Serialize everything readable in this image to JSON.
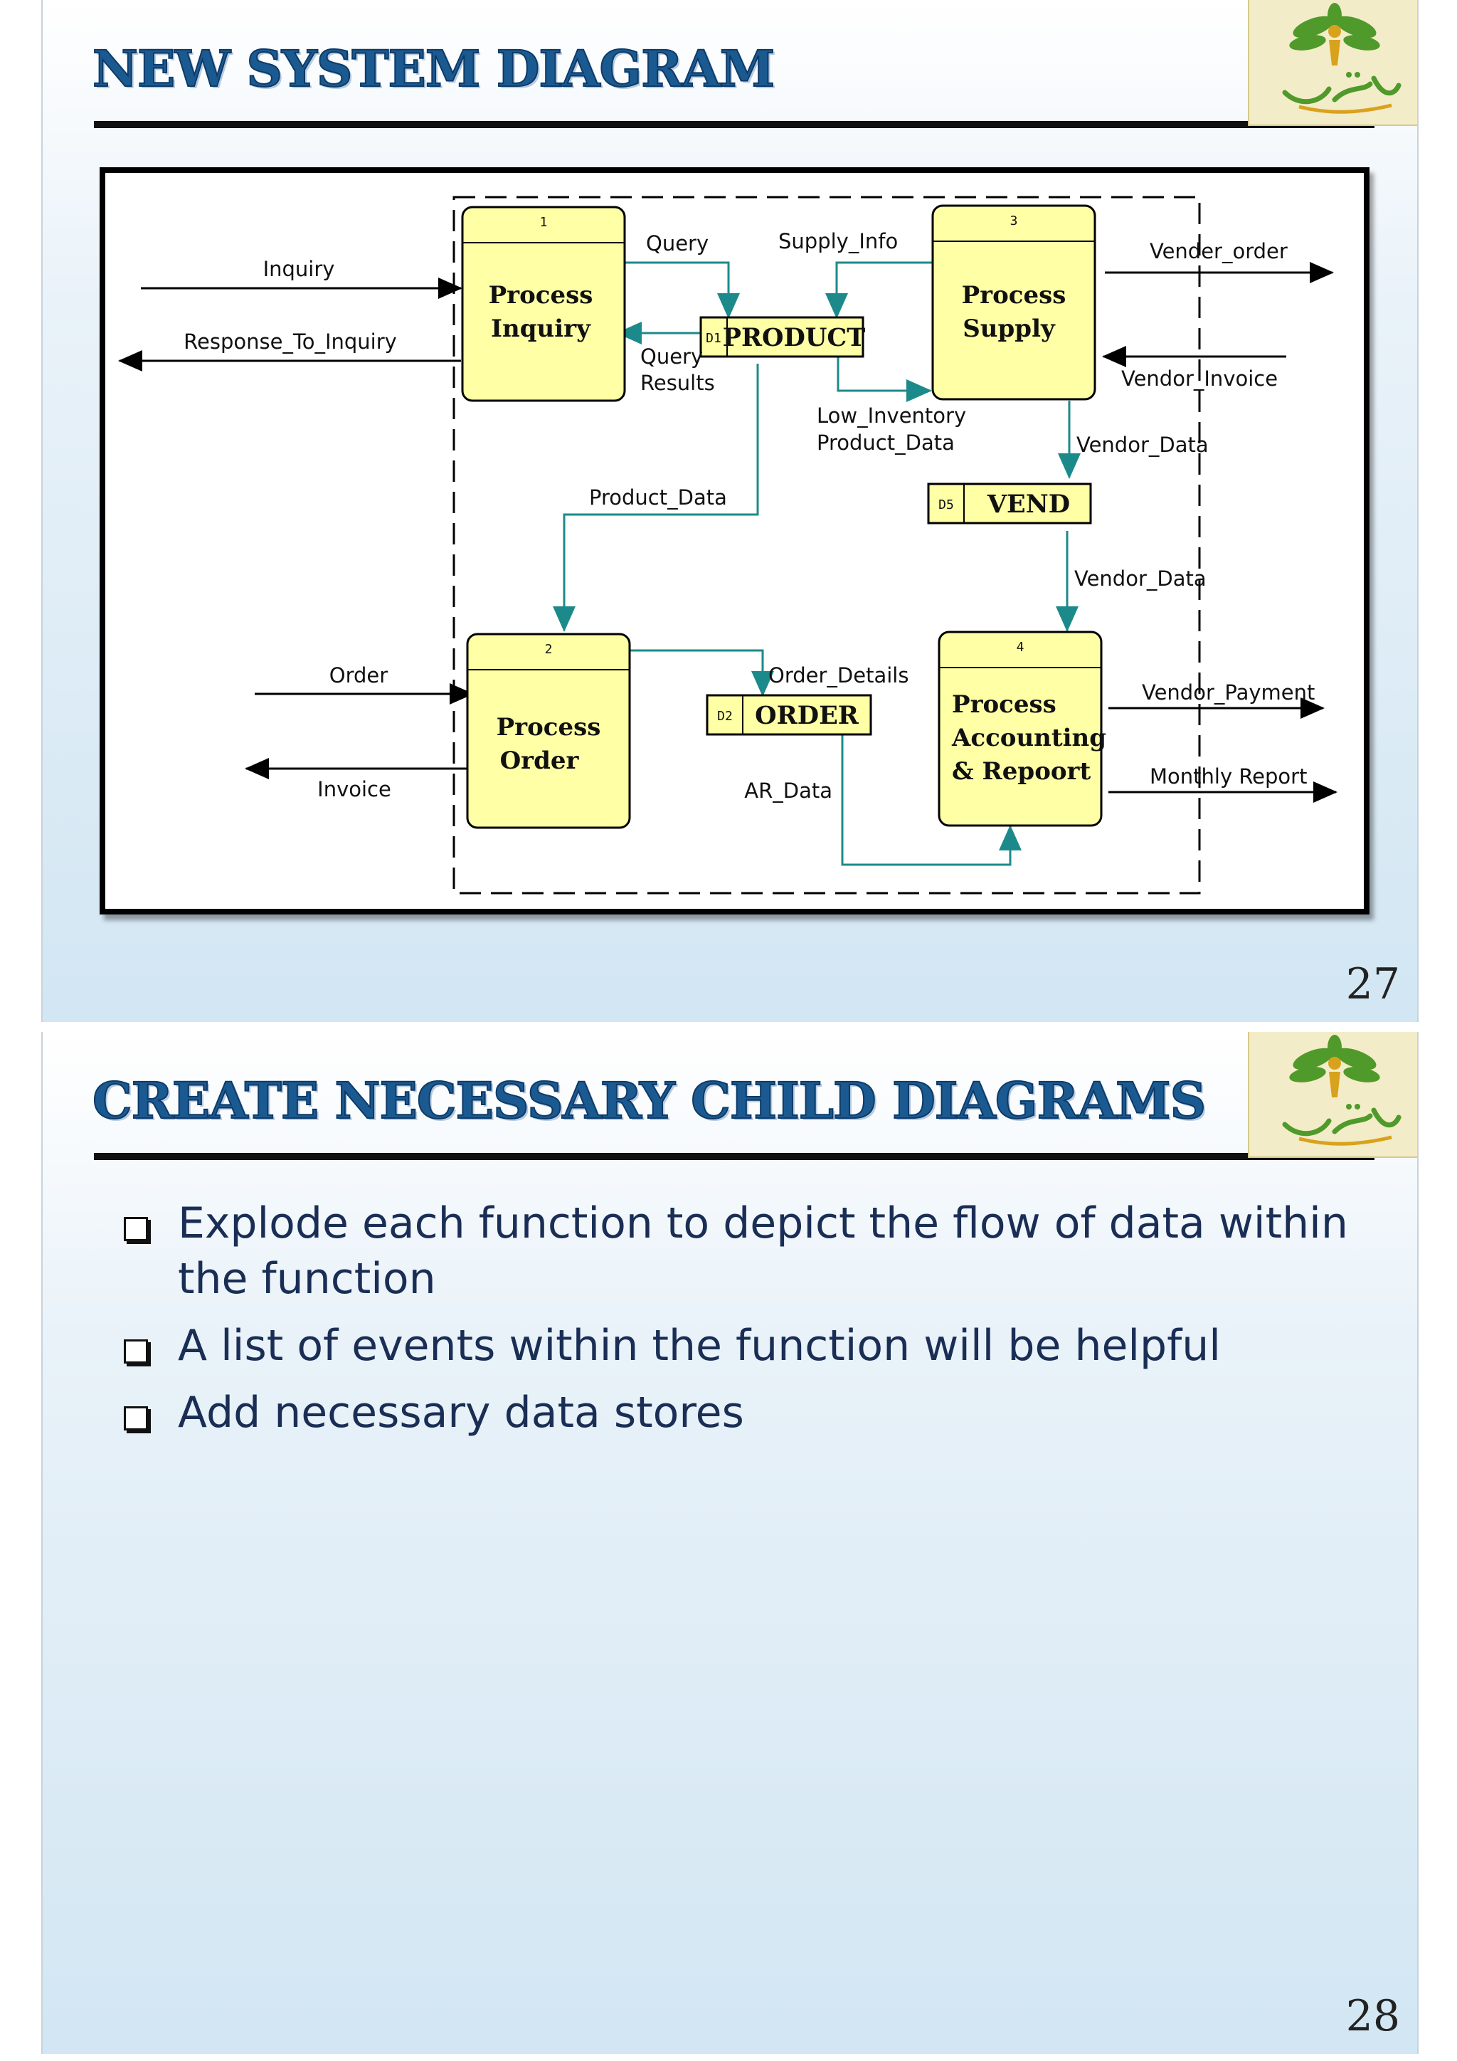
{
  "slides": [
    {
      "title": "NEW SYSTEM DIAGRAM",
      "page_number": "27",
      "diagram": {
        "processes": [
          {
            "number": "1",
            "line1": "Process",
            "line2": "Inquiry",
            "line3": ""
          },
          {
            "number": "2",
            "line1": "Process",
            "line2": "Order",
            "line3": ""
          },
          {
            "number": "3",
            "line1": "Process",
            "line2": "Supply",
            "line3": ""
          },
          {
            "number": "4",
            "line1": "Process",
            "line2": "Accounting",
            "line3": "& Repoort"
          }
        ],
        "stores": [
          {
            "id": "D1",
            "name": "PRODUCT"
          },
          {
            "id": "D2",
            "name": "ORDER"
          },
          {
            "id": "D5",
            "name": "VEND"
          }
        ],
        "flows": {
          "inquiry": "Inquiry",
          "response_to_inquiry": "Response_To_Inquiry",
          "query": "Query",
          "query_results_1": "Query",
          "query_results_2": "Results",
          "supply_info": "Supply_Info",
          "vender_order": "Vender_order",
          "vendor_invoice": "Vendor_Invoice",
          "low_inventory_1": "Low_Inventory",
          "low_inventory_2": "Product_Data",
          "vendor_data_1": "Vendor_Data",
          "product_data": "Product_Data",
          "vendor_data_2": "Vendor_Data",
          "order": "Order",
          "invoice": "Invoice",
          "order_details": "Order_Details",
          "vendor_payment": "Vendor_Payment",
          "monthly_report": "Monthly Report",
          "ar_data": "AR_Data"
        }
      }
    },
    {
      "title": "CREATE NECESSARY CHILD DIAGRAMS",
      "page_number": "28",
      "bullets": [
        "Explode each function to depict the flow of data within the function",
        "A list of events within the function will be helpful",
        "Add necessary data stores"
      ]
    }
  ],
  "colors": {
    "title": "#1a5a90",
    "process_fill": "#ffffa5",
    "store_fill": "#ffffa5",
    "flow_line": "#1c8a8a",
    "external_line": "#000000"
  },
  "icons": {
    "logo": "tree-person-logo",
    "bullet": "hollow-square-bullet"
  }
}
